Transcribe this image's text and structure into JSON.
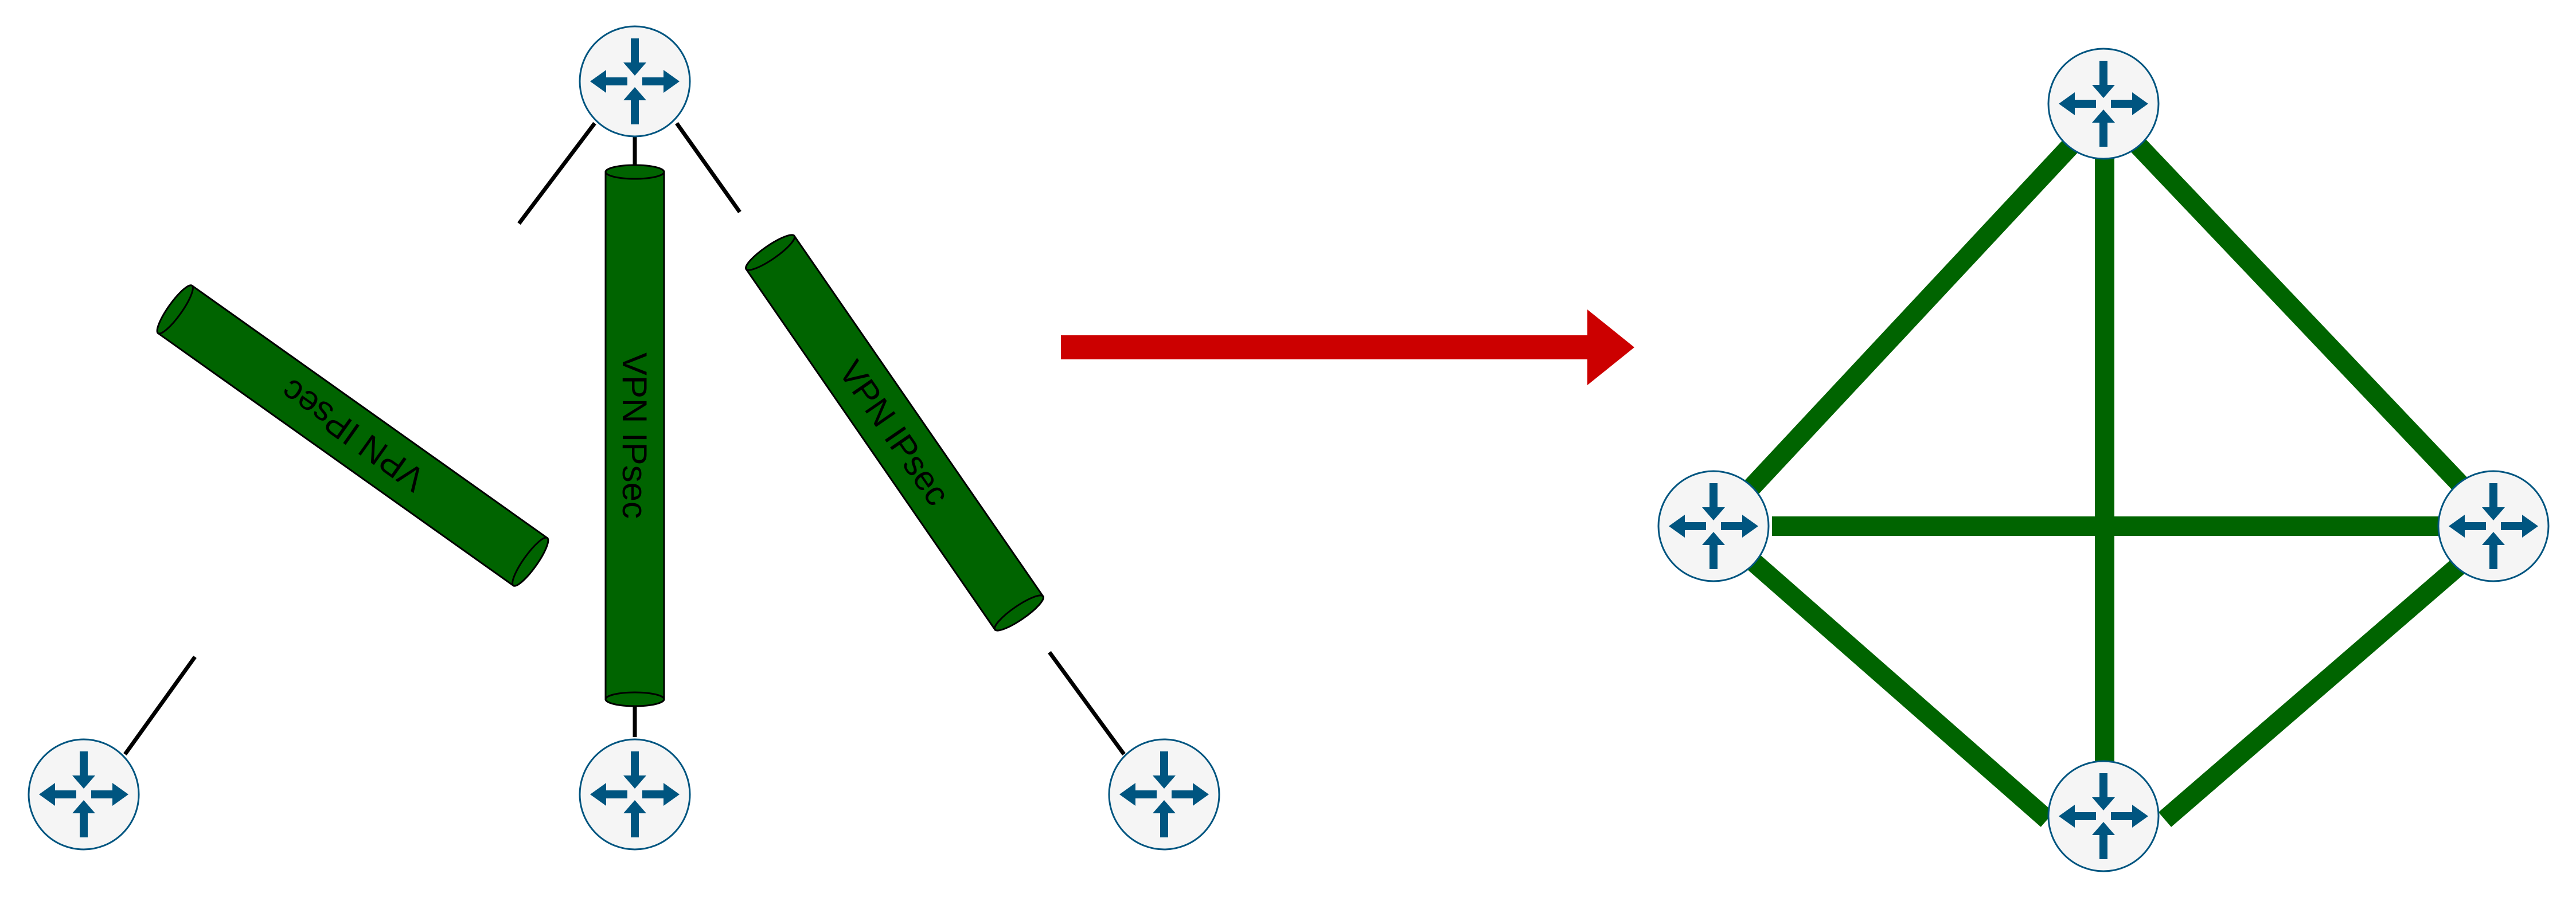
{
  "colors": {
    "background": "#ffffff",
    "tunnel_fill": "#006400",
    "tunnel_stroke": "#000000",
    "link_green": "#006400",
    "thin_link": "#000000",
    "arrow_red": "#cc0000",
    "router_fill": "#f5f5f5",
    "router_stroke": "#005580",
    "router_arrow": "#005580"
  },
  "left_diagram": {
    "topology": "hub-and-spoke",
    "hub_router": {
      "icon": "router-icon"
    },
    "spoke_routers": [
      {
        "icon": "router-icon"
      },
      {
        "icon": "router-icon"
      },
      {
        "icon": "router-icon"
      }
    ],
    "tunnels": [
      {
        "label": "VPN IPsec"
      },
      {
        "label": "VPN IPsec"
      },
      {
        "label": "VPN IPsec"
      }
    ]
  },
  "transition_arrow": {
    "icon": "arrow-right-icon"
  },
  "right_diagram": {
    "topology": "full-mesh",
    "routers": [
      {
        "icon": "router-icon"
      },
      {
        "icon": "router-icon"
      },
      {
        "icon": "router-icon"
      },
      {
        "icon": "router-icon"
      }
    ],
    "link_count": 6
  }
}
